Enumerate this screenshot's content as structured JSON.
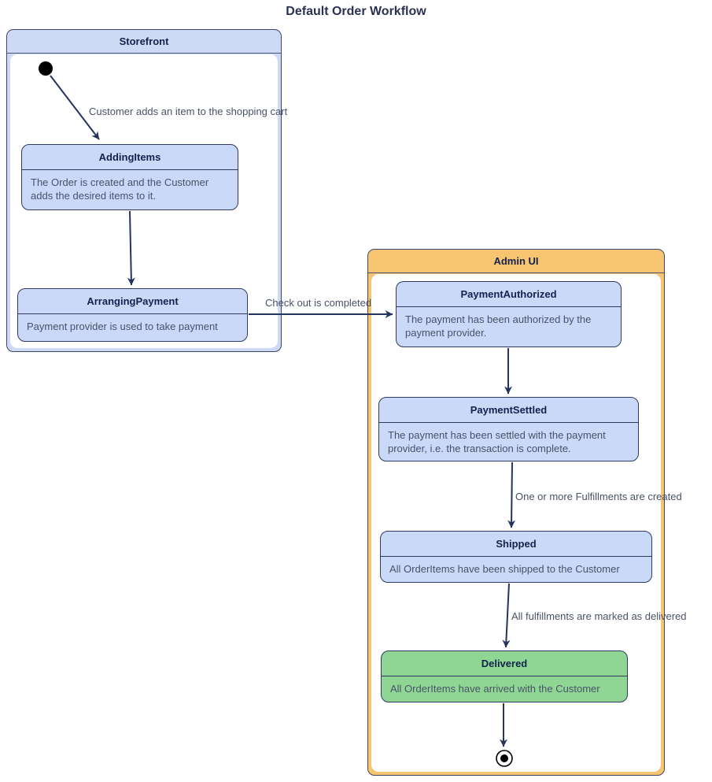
{
  "title": "Default Order Workflow",
  "diagram_type": "state-diagram",
  "colors": {
    "state_fill_blue": "#c9d9f7",
    "state_fill_green": "#8fd694",
    "container_storefront_fill": "#cdd9f5",
    "container_adminui_fill": "#f7c46f",
    "border_navy": "#2e3a62",
    "arrow": "#25345e",
    "title_text": "#13224e",
    "body_text": "#4a5268"
  },
  "containers": [
    {
      "label": "Storefront"
    },
    {
      "label": "Admin UI"
    }
  ],
  "states": [
    {
      "title": "AddingItems",
      "description": "The Order is created and the Customer adds the desired items to it."
    },
    {
      "title": "ArrangingPayment",
      "description": "Payment provider is used to take payment"
    },
    {
      "title": "PaymentAuthorized",
      "description": "The payment has been authorized by the payment provider."
    },
    {
      "title": "PaymentSettled",
      "description": "The payment has been settled with the payment provider, i.e. the transaction is complete."
    },
    {
      "title": "Shipped",
      "description": "All OrderItems have been shipped to the Customer"
    },
    {
      "title": "Delivered",
      "description": "All OrderItems have arrived with the Customer"
    }
  ],
  "edges": [
    {
      "label": "Customer adds an item to the shopping cart",
      "from": "initial",
      "to": "AddingItems"
    },
    {
      "label": "Check out is completed",
      "from": "ArrangingPayment",
      "to": "PaymentAuthorized"
    },
    {
      "label": "One or more Fulfillments are created",
      "from": "PaymentSettled",
      "to": "Shipped"
    },
    {
      "label": "All fulfillments are marked as delivered",
      "from": "Shipped",
      "to": "Delivered"
    }
  ],
  "special_nodes": [
    {
      "name": "initial-state"
    },
    {
      "name": "final-state"
    }
  ]
}
